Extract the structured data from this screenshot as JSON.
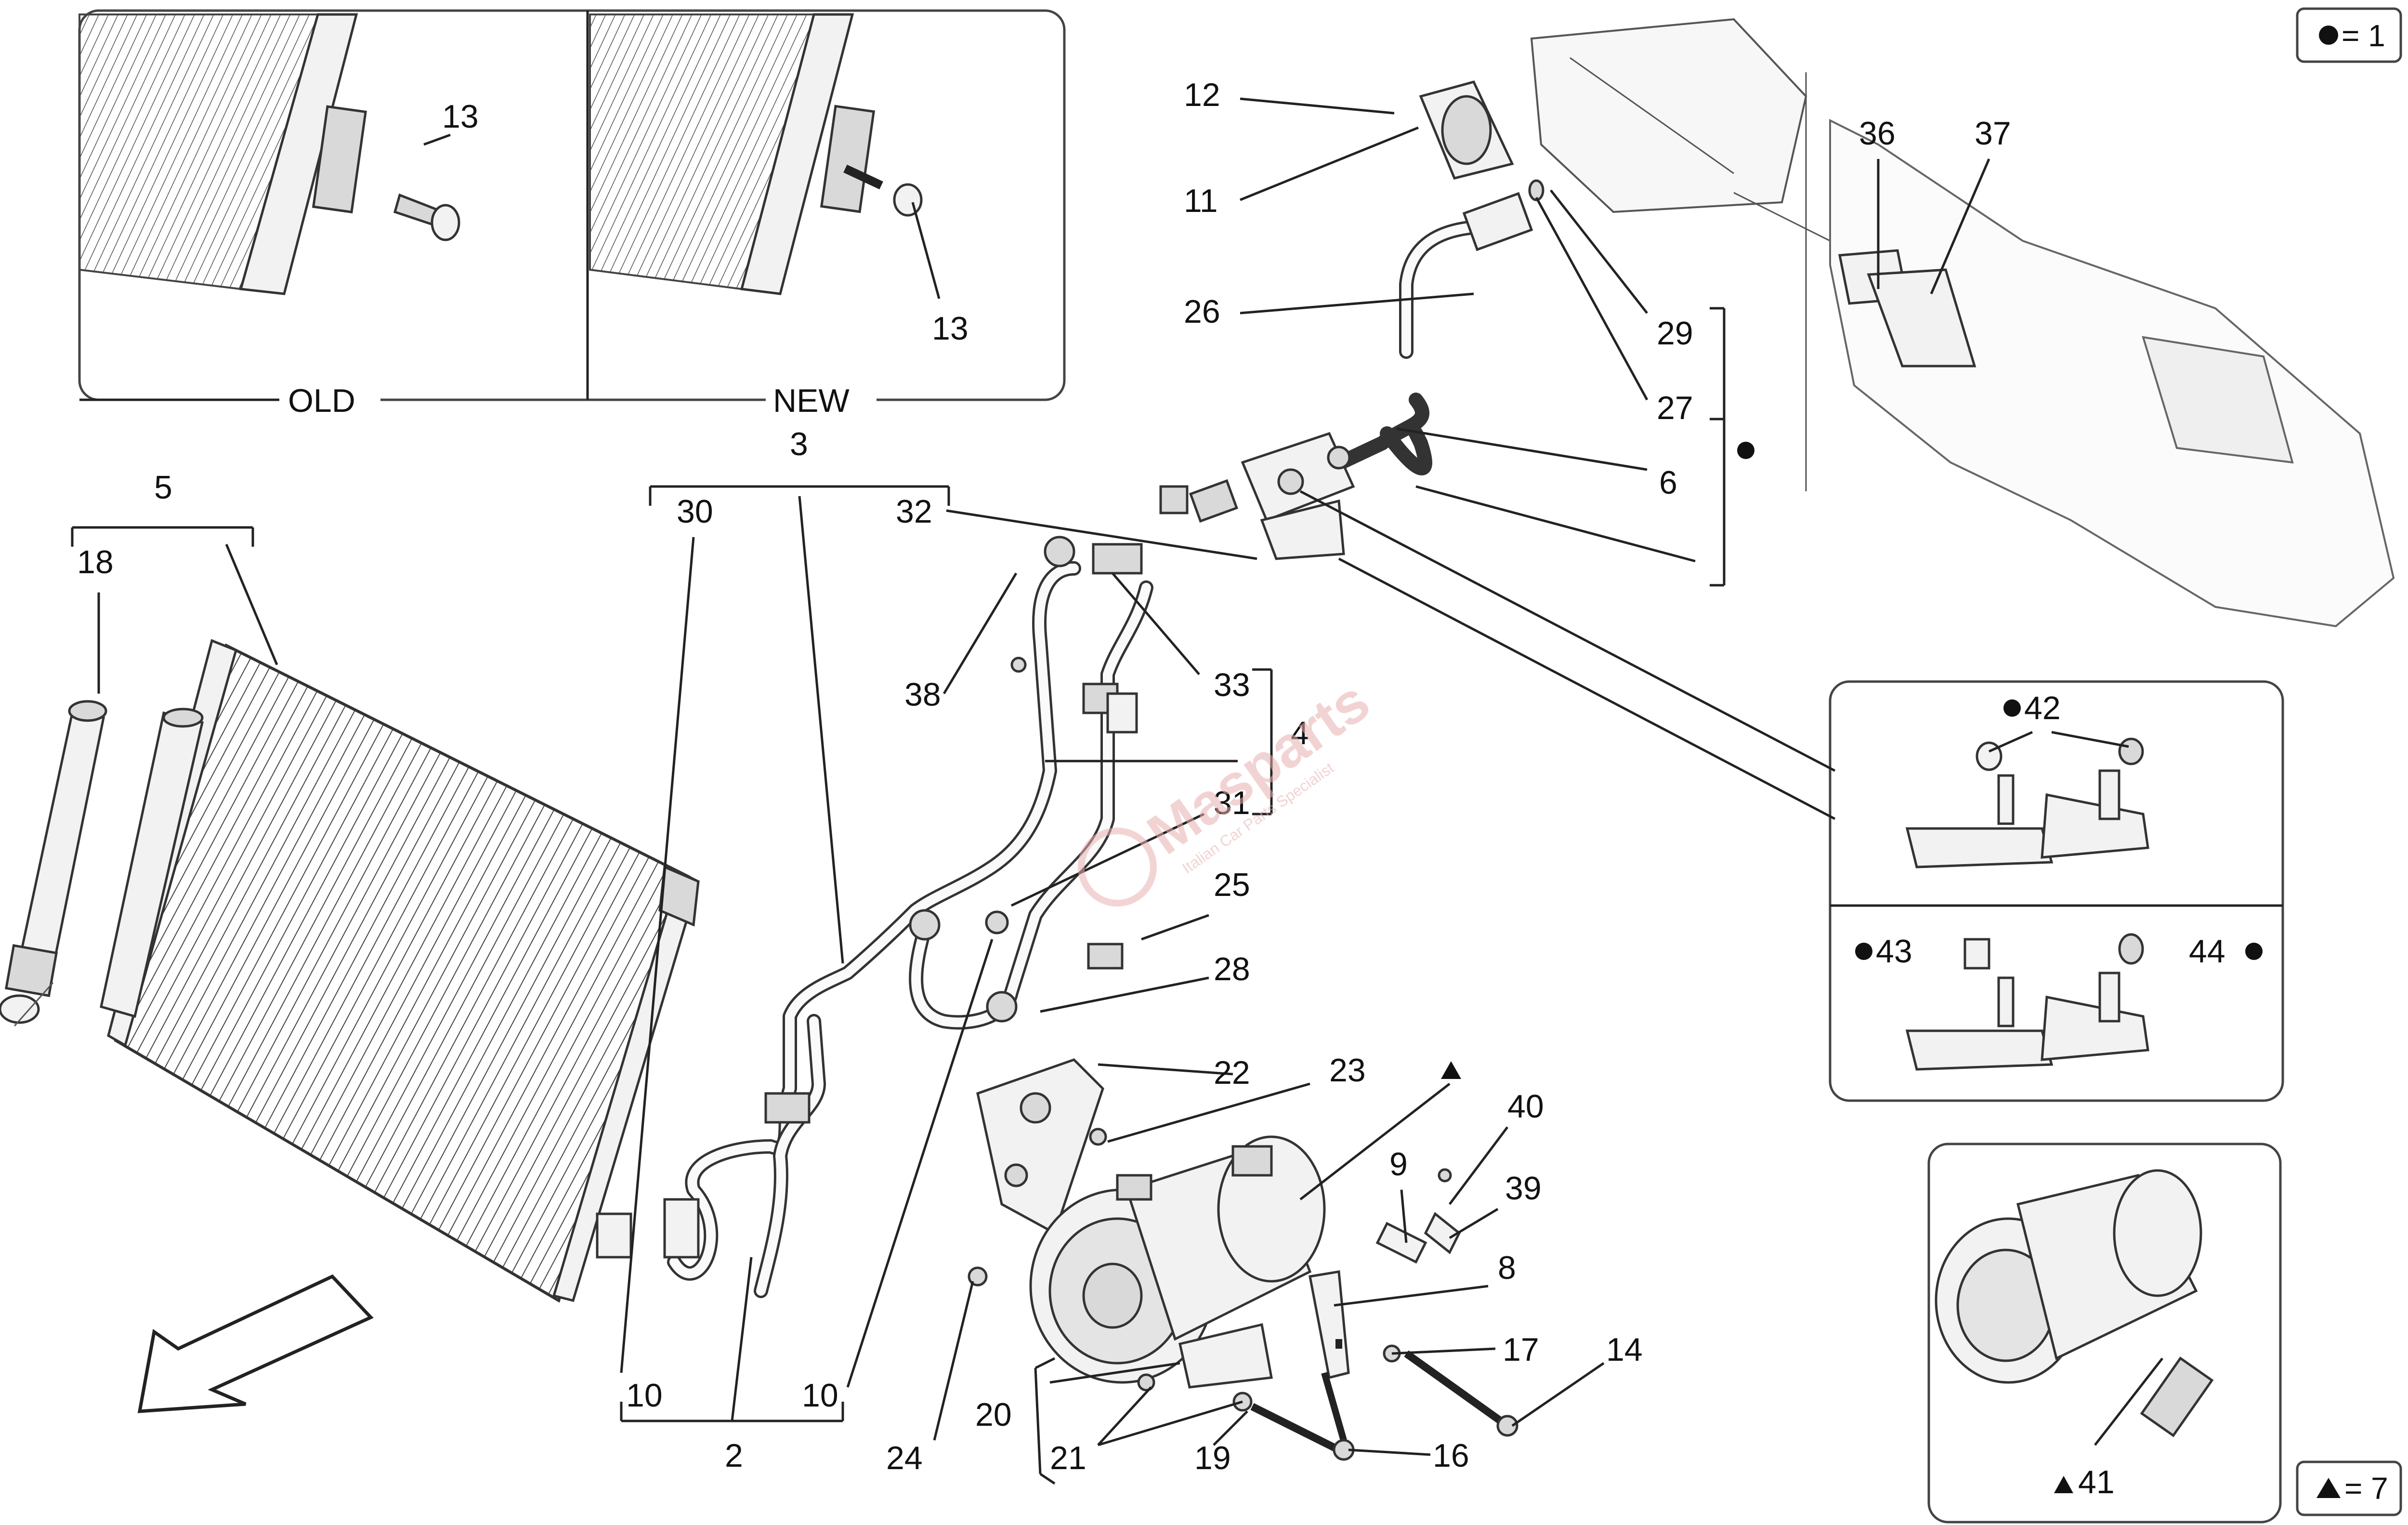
{
  "legend": {
    "dot_eq": "= 1",
    "triangle_eq": "= 7"
  },
  "inset_top": {
    "old_label": "OLD",
    "new_label": "NEW"
  },
  "watermark": {
    "text": "Masparts",
    "sub": "Italian Car Parts Specialist"
  },
  "callouts": [
    {
      "id": "13a",
      "text": "13"
    },
    {
      "id": "13b",
      "text": "13"
    },
    {
      "id": "12",
      "text": "12"
    },
    {
      "id": "11",
      "text": "11"
    },
    {
      "id": "26",
      "text": "26"
    },
    {
      "id": "29",
      "text": "29"
    },
    {
      "id": "27",
      "text": "27"
    },
    {
      "id": "6",
      "text": "6"
    },
    {
      "id": "36",
      "text": "36"
    },
    {
      "id": "37",
      "text": "37"
    },
    {
      "id": "3",
      "text": "3"
    },
    {
      "id": "30",
      "text": "30"
    },
    {
      "id": "32",
      "text": "32"
    },
    {
      "id": "5",
      "text": "5"
    },
    {
      "id": "18",
      "text": "18"
    },
    {
      "id": "38",
      "text": "38"
    },
    {
      "id": "33",
      "text": "33"
    },
    {
      "id": "4",
      "text": "4"
    },
    {
      "id": "31",
      "text": "31"
    },
    {
      "id": "25",
      "text": "25"
    },
    {
      "id": "28",
      "text": "28"
    },
    {
      "id": "42",
      "text": "42"
    },
    {
      "id": "43",
      "text": "43"
    },
    {
      "id": "44",
      "text": "44"
    },
    {
      "id": "22",
      "text": "22"
    },
    {
      "id": "23",
      "text": "23"
    },
    {
      "id": "40",
      "text": "40"
    },
    {
      "id": "9",
      "text": "9"
    },
    {
      "id": "39",
      "text": "39"
    },
    {
      "id": "8",
      "text": "8"
    },
    {
      "id": "17",
      "text": "17"
    },
    {
      "id": "14",
      "text": "14"
    },
    {
      "id": "10a",
      "text": "10"
    },
    {
      "id": "10b",
      "text": "10"
    },
    {
      "id": "2",
      "text": "2"
    },
    {
      "id": "24",
      "text": "24"
    },
    {
      "id": "20",
      "text": "20"
    },
    {
      "id": "21",
      "text": "21"
    },
    {
      "id": "19",
      "text": "19"
    },
    {
      "id": "16",
      "text": "16"
    },
    {
      "id": "41",
      "text": "41"
    }
  ]
}
